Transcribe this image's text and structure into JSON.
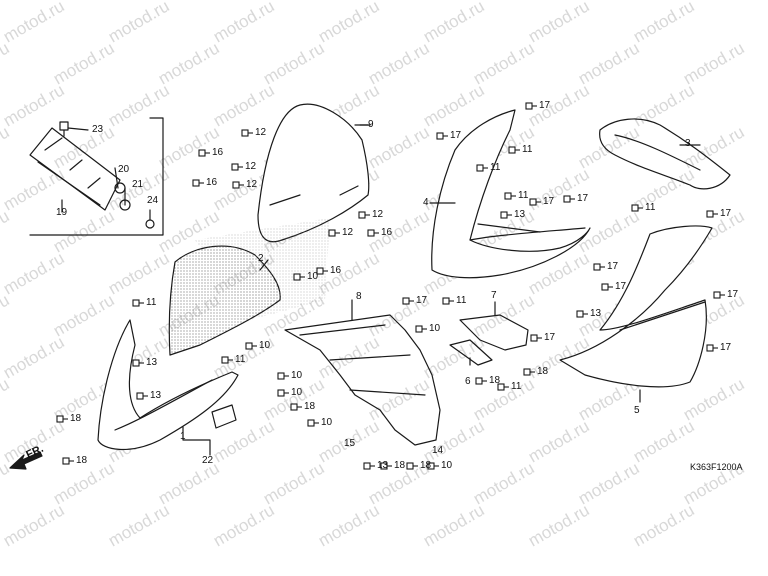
{
  "watermark": "motod.ru",
  "diagram_code": "K363F1200A",
  "front_arrow_label": "FR.",
  "colors": {
    "line": "#1a1a1a",
    "watermark": "#d8d8d8",
    "stipple": "#777777",
    "fill": "#ffffff"
  },
  "callouts": {
    "c2": "2",
    "c3": "3",
    "c4": "4",
    "c5": "5",
    "c6": "6",
    "c7": "7",
    "c8": "8",
    "c9": "9",
    "c1": "1",
    "c19": "19",
    "c20": "20",
    "c21": "21",
    "c22": "22",
    "c23": "23",
    "c24": "24",
    "c15": "15",
    "c14": "14",
    "n10": "10",
    "n11": "11",
    "n12": "12",
    "n13": "13",
    "n16": "16",
    "n17": "17",
    "n18": "18"
  }
}
